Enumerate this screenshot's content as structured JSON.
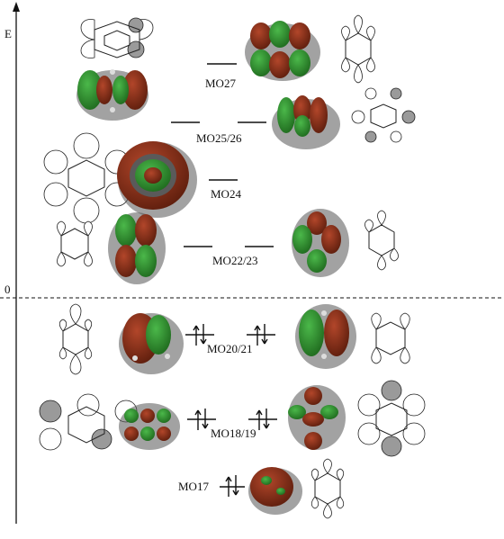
{
  "axis": {
    "energy_label": "E",
    "zero_label": "0"
  },
  "levels": {
    "mo27": "MO27",
    "mo25_26": "MO25/26",
    "mo24": "MO24",
    "mo22_23": "MO22/23",
    "mo20_21": "MO20/21",
    "mo18_19": "MO18/19",
    "mo17": "MO17"
  },
  "colors": {
    "lobe_red": "#7a2a14",
    "lobe_green": "#2f8f2a",
    "shadow": "#555555"
  }
}
